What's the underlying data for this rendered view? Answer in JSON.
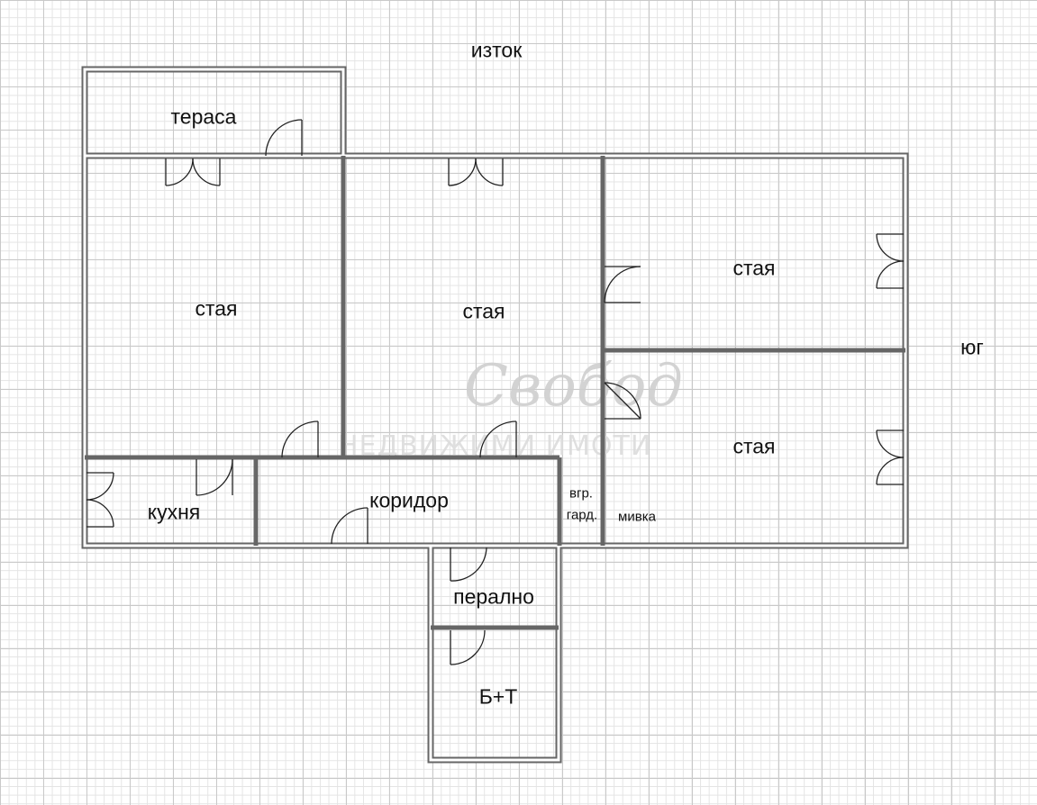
{
  "orientation": {
    "east": "изток",
    "south": "юг"
  },
  "rooms": {
    "terrace": "тераса",
    "room_1": "стая",
    "room_2": "стая",
    "room_3": "стая",
    "room_4": "стая",
    "kitchen": "кухня",
    "corridor": "коридор",
    "wardrobe_line1": "вгр.",
    "wardrobe_line2": "гард.",
    "sink": "мивка",
    "laundry": "перално",
    "bathroom": "Б+Т"
  },
  "watermark": {
    "logo": "Свобод",
    "text": "НЕДВИЖИМИ ИМОТИ"
  }
}
